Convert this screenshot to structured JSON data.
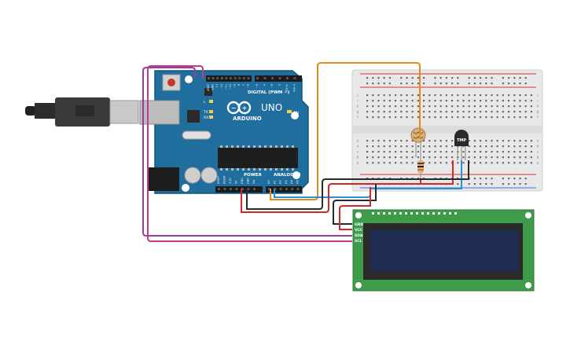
{
  "arduino": {
    "digital_label": "DIGITAL (PWM ~)",
    "brand": "ARDUINO",
    "model": "UNO",
    "on_label": "ON",
    "led_l": "L",
    "led_tx": "TX",
    "led_rx": "RX",
    "power_label": "POWER",
    "analog_label": "ANALOG IN",
    "power_pins": [
      "IOREF",
      "RESET",
      "3.3V",
      "5V",
      "GND",
      "GND",
      "Vin"
    ],
    "analog_pins": [
      "A0",
      "A1",
      "A2",
      "A3",
      "A4",
      "A5"
    ],
    "digital_pins": [
      "AREF",
      "GND",
      "13",
      "12",
      "~11",
      "~10",
      "~9",
      "8",
      "7",
      "~6",
      "~5",
      "4",
      "~3",
      "2",
      "TX→1",
      "RX←0"
    ]
  },
  "sensor": {
    "label": "TMP"
  },
  "lcd": {
    "pins": [
      "GND",
      "VCC",
      "SDA",
      "SCL"
    ]
  },
  "breadboard": {
    "rows": [
      "a",
      "b",
      "c",
      "d",
      "e",
      "f",
      "g",
      "h",
      "i",
      "j"
    ]
  },
  "colors": {
    "arduino_board": "#1f6e9e",
    "breadboard": "#e8e8e8",
    "lcd_board": "#3d9b4a",
    "lcd_screen": "#1f2d55",
    "wire_orange": "#e38a1c",
    "wire_red": "#cf2a27",
    "wire_black": "#2a2a2a",
    "wire_blue": "#2a8fd4",
    "wire_purple": "#9b3aa0",
    "wire_magenta": "#c23a8c"
  }
}
